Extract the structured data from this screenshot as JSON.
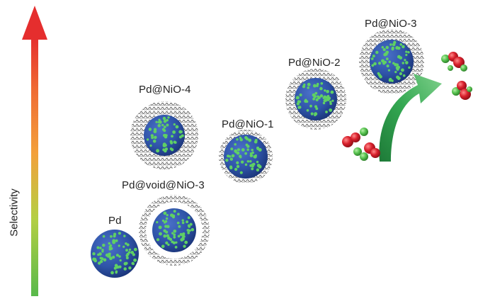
{
  "axis": {
    "label": "Selectivity",
    "gradient": [
      "#e52e2e",
      "#ef6a34",
      "#f3a13b",
      "#b4cf43",
      "#58b94b"
    ]
  },
  "particles": [
    {
      "key": "pd",
      "label": "Pd"
    },
    {
      "key": "pd-void-nio-3",
      "label": "Pd@void@NiO-3"
    },
    {
      "key": "pd-nio-4",
      "label": "Pd@NiO-4"
    },
    {
      "key": "pd-nio-1",
      "label": "Pd@NiO-1"
    },
    {
      "key": "pd-nio-2",
      "label": "Pd@NiO-2"
    },
    {
      "key": "pd-nio-3",
      "label": "Pd@NiO-3"
    }
  ],
  "colors": {
    "core": "#2f54a8",
    "core_dark": "#1d3a82",
    "dots": "#5fd064",
    "shell": "#5a5a5a",
    "reaction_arrow": "#2c9c4a",
    "molecule_red": "#d8202c",
    "molecule_green": "#56c24f"
  }
}
